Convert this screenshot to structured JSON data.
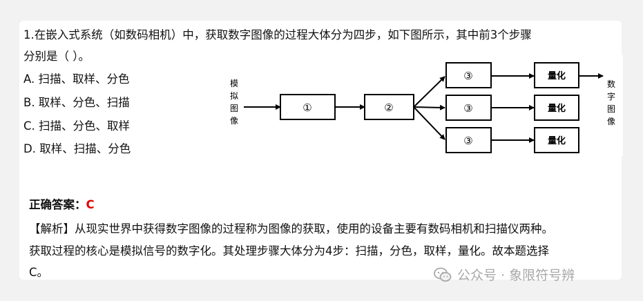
{
  "question": {
    "line1": "1.在嵌入式系统（如数码相机）中，获取数字图像的过程大体分为四步，如下图所示，其中前3个步骤",
    "line2": "分别是（ ）。",
    "options": [
      "A. 扫描、取样、分色",
      "B. 取样、分色、扫描",
      "C. 扫描、分色、取样",
      "D. 取样、扫描、分色"
    ]
  },
  "diagram": {
    "input_label": [
      "模",
      "拟",
      "图",
      "像"
    ],
    "box1": "①",
    "box2": "②",
    "box3": [
      "③",
      "③",
      "③"
    ],
    "quant": [
      "量化",
      "量化",
      "量化"
    ],
    "output_label": [
      "数",
      "字",
      "图",
      "像"
    ]
  },
  "answer": {
    "label": "正确答案：",
    "value": "C"
  },
  "explanation": {
    "line1": "【解析】从现实世界中获得数字图像的过程称为图像的获取，使用的设备主要有数码相机和扫描仪两种。",
    "line2": "获取过程的核心是模拟信号的数字化。其处理步骤大体分为4步：扫描，分色，取样，量化。故本题选择",
    "line3": "C。"
  },
  "watermark": {
    "text": "公众号 · 象限符号辨"
  }
}
